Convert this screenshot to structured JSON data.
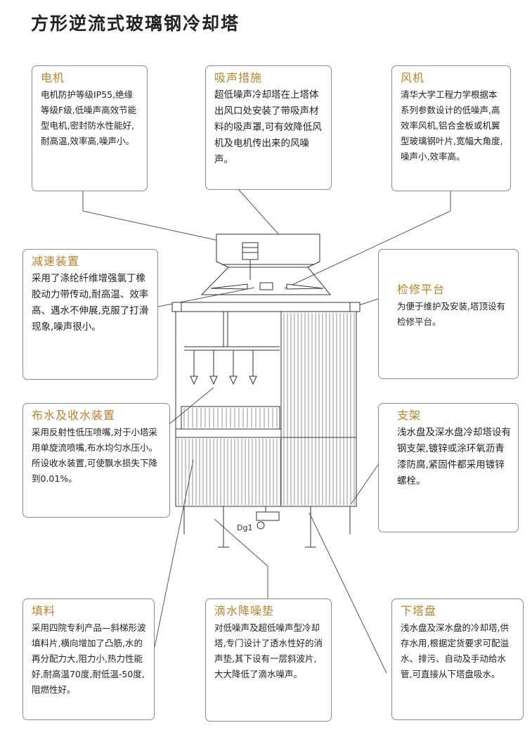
{
  "title": "方形逆流式玻璃钢冷却塔",
  "callouts": {
    "motor": {
      "title": "电机",
      "body": "电机防护等级IP55,绝缘等级F级,低噪声高效节能型电机,密封防水性能好,耐高温,效率高,噪声小。"
    },
    "silencer": {
      "title": "吸声措施",
      "body": "超低噪声冷却塔在上塔体出风口处安装了带吸声材料的吸声罩,可有效降低风机及电机传出来的风噪声。"
    },
    "fan": {
      "title": "风机",
      "body": "清华大学工程力学根据本系列参数设计的低噪声,高效率风机,铝合金板或机翼型玻璃钢叶片,宽幅大角度,噪声小,效率高。"
    },
    "reducer": {
      "title": "减速装置",
      "body": "采用了涤纶纤维增强氯丁橡胶动力带传动,耐高温、效率高、遇水不伸展,克服了打滑现象,噪声很小。"
    },
    "platform": {
      "title": "检修平台",
      "body": "为便于维护及安装,塔顶设有检修平台。"
    },
    "water": {
      "title": "布水及收水装置",
      "body": "采用反射性低压喷嘴,对于小塔采用单旋流喷嘴,布水均匀水压小。所设收水装置,可使飘水损失下降到0.01%。"
    },
    "support": {
      "title": "支架",
      "body": "浅水盘及深水盘冷却塔设有钢支架,镀锌或涂环氧沥青漆防腐,紧固件都采用镀锌螺栓。"
    },
    "fill": {
      "title": "填料",
      "body": "采用四院专利产品—斜梯形波填料片,横向增加了凸筋,水的再分配力大,阻力小,热力性能好,耐高温70度,耐低温-50度,阻燃性好。"
    },
    "drip": {
      "title": "滴水降噪垫",
      "body": "对低噪声及超低噪声型冷却塔,专门设计了透水性好的消声垫,其下设有一层斜波片,大大降低了滴水噪声。"
    },
    "basin": {
      "title": "下塔盘",
      "body": "浅水盘及深水盘的冷却塔,供存水用,根据定货要求可配溢水、排污、自动及手动给水管,可直接从下塔盘吸水。"
    }
  },
  "drawing": {
    "pipe_label": "Dg1"
  }
}
